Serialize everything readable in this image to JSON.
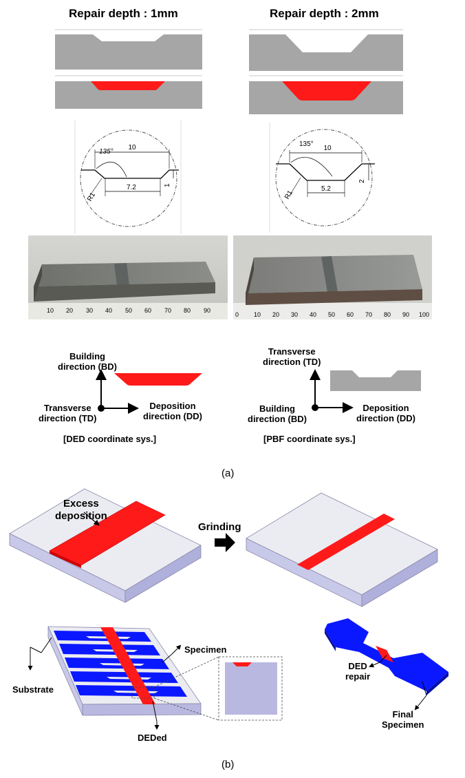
{
  "panel_a": {
    "titles": {
      "left": "Repair depth : 1mm",
      "right": "Repair depth : 2mm"
    },
    "detail_1mm": {
      "angle": "135°",
      "top_width": "10",
      "bottom_width": "7.2",
      "depth": "1",
      "radius": "R1"
    },
    "detail_2mm": {
      "angle": "135°",
      "top_width": "10",
      "bottom_width": "5.2",
      "depth": "2",
      "radius": "R1"
    },
    "photo_left": {
      "ruler": [
        "10",
        "20",
        "30",
        "40",
        "50",
        "60",
        "70",
        "80",
        "90"
      ]
    },
    "photo_right": {
      "ruler": [
        "0",
        "10",
        "20",
        "30",
        "40",
        "50",
        "60",
        "70",
        "80",
        "90",
        "100"
      ]
    },
    "ded_axes": {
      "vertical": [
        "Building",
        "direction (BD)"
      ],
      "origin": [
        "Transverse",
        "direction (TD)"
      ],
      "horizontal": [
        "Deposition",
        "direction (DD)"
      ],
      "caption": "[DED coordinate sys.]"
    },
    "pbf_axes": {
      "vertical": [
        "Transverse",
        "direction (TD)"
      ],
      "origin": [
        "Building",
        "direction (BD)"
      ],
      "horizontal": [
        "Deposition",
        "direction (DD)"
      ],
      "caption": "[PBF coordinate sys.]"
    },
    "label": "(a)"
  },
  "panel_b": {
    "excess_label": [
      "Excess",
      "deposition"
    ],
    "grinding_label": "Grinding",
    "specimen_label": "Specimen",
    "substrate_label": "Substrate",
    "deded_label": "DEDed",
    "ded_repair_label": [
      "DED",
      "repair"
    ],
    "final_label": [
      "Final",
      "Specimen"
    ],
    "label": "(b)"
  },
  "colors": {
    "deposit_red": "#ff1a1a",
    "substrate_gray": "#a6a6a6",
    "plate_top": "#ebebf2",
    "plate_side": "#b8b8e0",
    "specimen_blue": "#0a18ff"
  }
}
